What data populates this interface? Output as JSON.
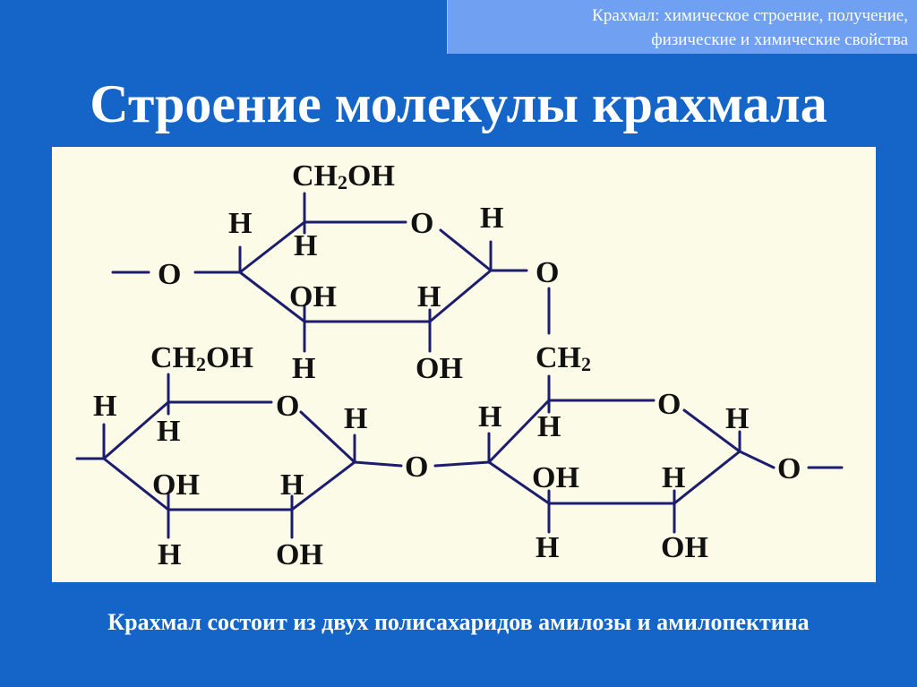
{
  "header": {
    "line1": "Крахмал: химическое строение, получение,",
    "line2": "физические и химические свойства"
  },
  "slide": {
    "title": "Строение молекулы крахмала",
    "caption": "Крахмал состоит из двух полисахаридов амилозы и амилопектина"
  },
  "diagram": {
    "labels": {
      "H": "H",
      "O": "O",
      "OH": "OH",
      "ch2oh_main": "CH",
      "ch2oh_sub": "2",
      "ch2oh_tail": "OH",
      "ch2": "CH",
      "ch2_sub": "2"
    }
  },
  "colors": {
    "background": "#1565c9",
    "header_box": "#6fa0f2",
    "panel": "#fbfbe8",
    "bond": "#1c1d6e"
  }
}
